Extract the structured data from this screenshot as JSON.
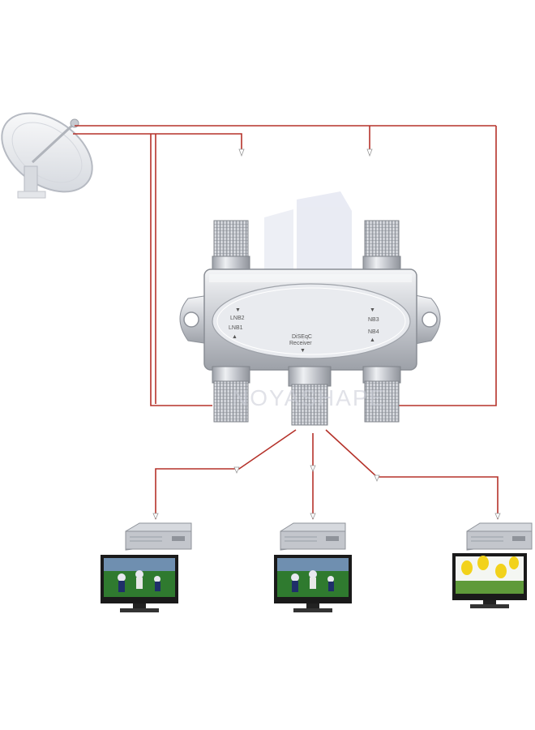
{
  "switch": {
    "labels": {
      "lnb2": "LNB2",
      "lnb1": "LNB1",
      "lnb3": "NB3",
      "lnb4": "NB4",
      "diseqc": "DiSEqC",
      "receiver": "Receiver"
    }
  },
  "watermark": "NOYASHAPE",
  "colors": {
    "cable": "#b5322a",
    "metal": "#c9ccd2",
    "tv_frame": "#1a1a1a",
    "field": "#2f7a2f",
    "flowers": "#f2d21b"
  },
  "receivers": [
    {
      "screen": "football"
    },
    {
      "screen": "football"
    },
    {
      "screen": "flowers"
    }
  ]
}
